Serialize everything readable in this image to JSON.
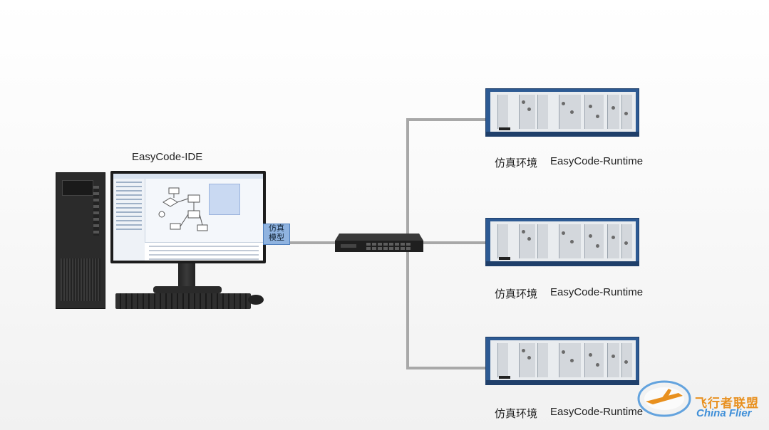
{
  "ide": {
    "title": "EasyCode-IDE"
  },
  "model_box": {
    "line1": "仿真",
    "line2": "模型"
  },
  "nodes": [
    {
      "env_label": "仿真环境",
      "runtime_label": "EasyCode-Runtime"
    },
    {
      "env_label": "仿真环境",
      "runtime_label": "EasyCode-Runtime"
    },
    {
      "env_label": "仿真环境",
      "runtime_label": "EasyCode-Runtime"
    }
  ],
  "watermark": {
    "cn": "飞行者联盟",
    "en": "China Flier"
  },
  "colors": {
    "cable": "#a8a8a8",
    "chassis": "#2d5a93",
    "model_box": "#8fb3e0",
    "watermark_orange": "#e8901f",
    "watermark_blue": "#3f8fd8"
  }
}
